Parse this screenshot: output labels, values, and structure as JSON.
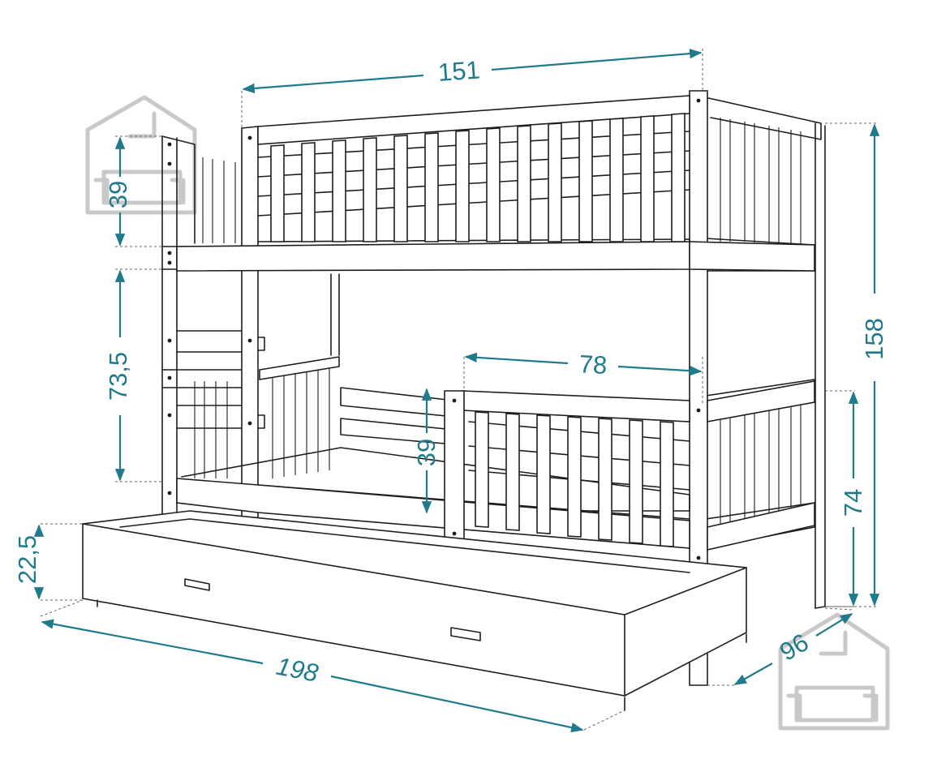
{
  "dimensions": {
    "width_top": "151",
    "ladder_rail_height": "39",
    "lower_clearance": "73,5",
    "guard_length": "78",
    "guard_height_lower": "39",
    "total_height": "158",
    "lower_bed_height": "74",
    "drawer_height": "22,5",
    "total_length": "198",
    "depth": "96"
  },
  "colors": {
    "dimension": "#1f7a8c",
    "outline": "#1e1e1e",
    "watermark": "#c9c9c9"
  },
  "icons": [
    "house-sofa-watermark-icon"
  ]
}
